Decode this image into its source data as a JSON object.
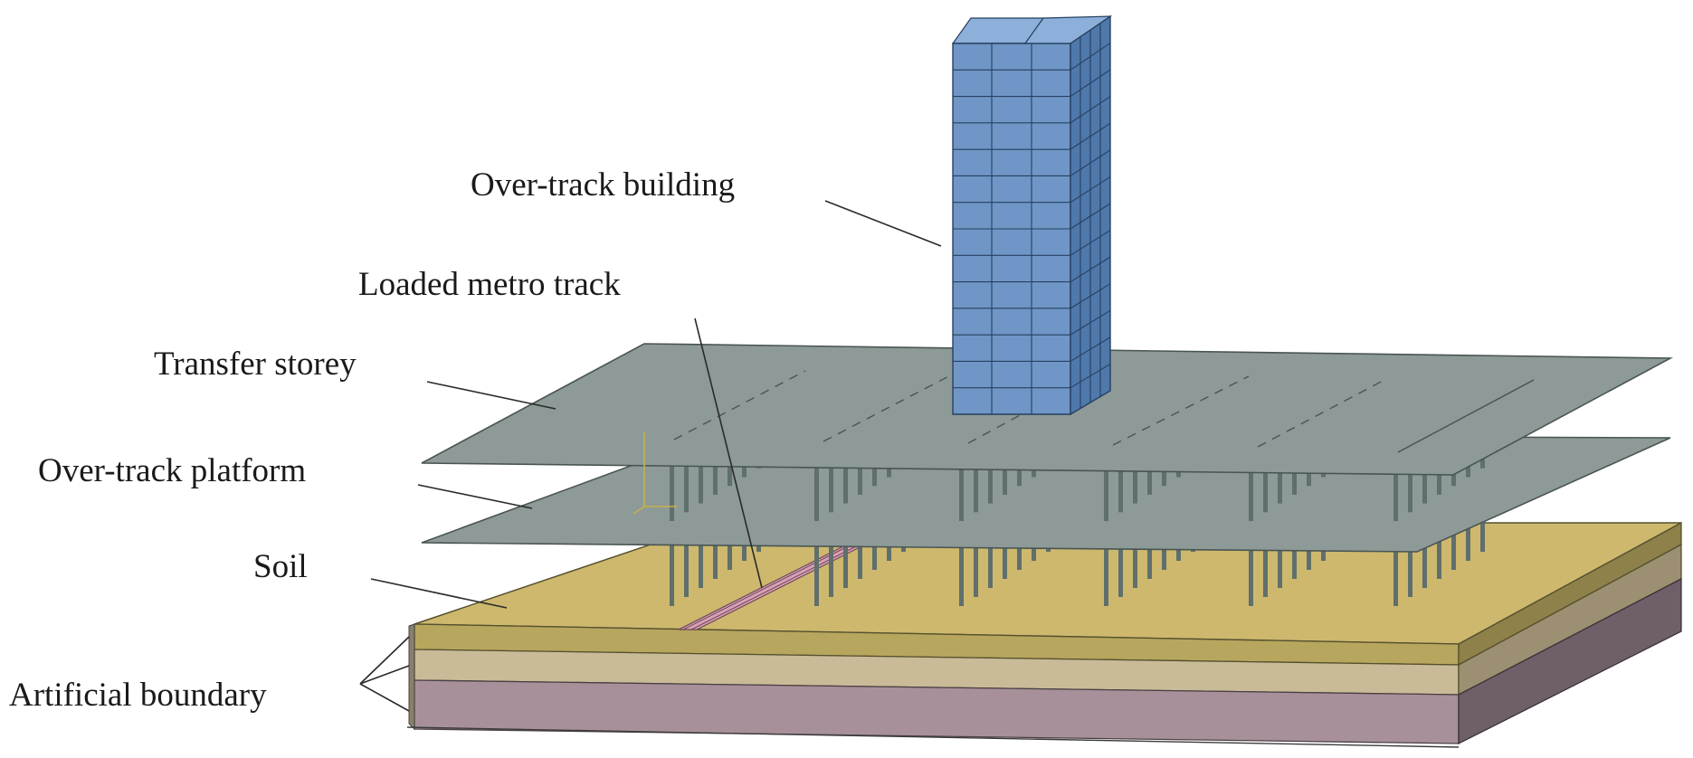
{
  "labels": {
    "building": "Over-track building",
    "track": "Loaded metro track",
    "transfer": "Transfer storey",
    "platform": "Over-track platform",
    "soil": "Soil",
    "boundary": "Artificial boundary"
  },
  "colors": {
    "building_front": "#6f96c6",
    "building_side": "#4f78ab",
    "building_top": "#8cb0da",
    "building_grid": "#27405f",
    "slab": "#8d9a97",
    "slab_edge": "#4a5553",
    "column": "#5f6f6c",
    "soil_top": "#cdb86e",
    "soil_layer1": "#b7a65e",
    "soil_layer2": "#c9bb98",
    "soil_layer3": "#a8909a",
    "soil_side1": "#8e8149",
    "soil_side2": "#9c8f72",
    "soil_side3": "#6f5f68",
    "track": "#d9a0b6"
  }
}
